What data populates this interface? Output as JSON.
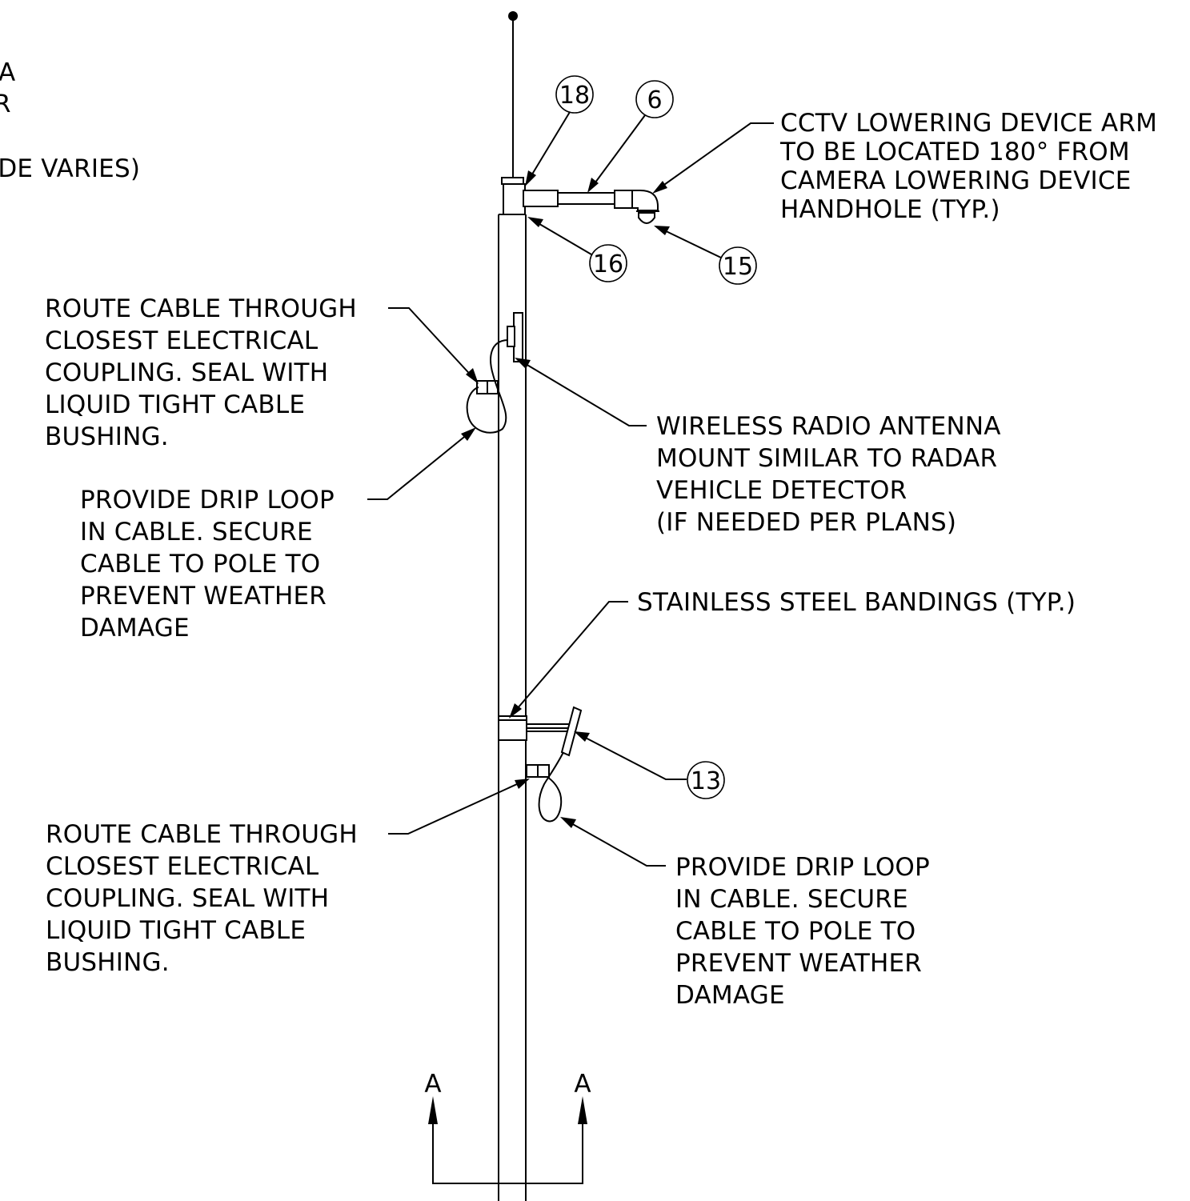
{
  "partial_notes": {
    "line1": "A",
    "line2": "R",
    "line3": "IDE VARIES)"
  },
  "callouts": {
    "c18": "18",
    "c6": "6",
    "c16": "16",
    "c15": "15",
    "c13": "13"
  },
  "notes": {
    "cctv_arm": [
      "CCTV LOWERING DEVICE ARM",
      "TO BE LOCATED 180° FROM",
      "CAMERA LOWERING DEVICE",
      "HANDHOLE (TYP.)"
    ],
    "route_cable_upper": [
      "ROUTE CABLE THROUGH",
      "CLOSEST ELECTRICAL",
      "COUPLING.  SEAL WITH",
      "LIQUID TIGHT CABLE",
      "BUSHING."
    ],
    "wireless_radio": [
      "WIRELESS RADIO ANTENNA",
      "MOUNT SIMILAR TO RADAR",
      "VEHICLE DETECTOR",
      "(IF NEEDED PER PLANS)"
    ],
    "drip_loop_upper": [
      "PROVIDE DRIP LOOP",
      "IN CABLE.  SECURE",
      "CABLE TO POLE TO",
      "PREVENT WEATHER",
      "DAMAGE"
    ],
    "stainless_bandings": [
      "STAINLESS STEEL BANDINGS (TYP.)"
    ],
    "route_cable_lower": [
      "ROUTE CABLE THROUGH",
      "CLOSEST ELECTRICAL",
      "COUPLING.  SEAL WITH",
      "LIQUID TIGHT CABLE",
      "BUSHING."
    ],
    "drip_loop_lower": [
      "PROVIDE DRIP LOOP",
      "IN CABLE.  SECURE",
      "CABLE TO POLE TO",
      "PREVENT WEATHER",
      "DAMAGE"
    ]
  },
  "section": {
    "left": "A",
    "right": "A"
  }
}
